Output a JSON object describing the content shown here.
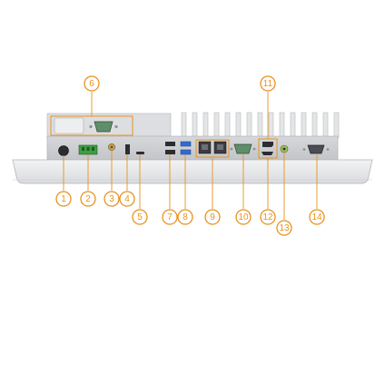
{
  "callouts": [
    "1",
    "2",
    "3",
    "4",
    "5",
    "6",
    "7",
    "8",
    "9",
    "10",
    "11",
    "12",
    "13",
    "14"
  ],
  "colors": {
    "callout": "#e8921e",
    "panel_gray": "#cfd1d4",
    "front_bezel": "#e6e7e9",
    "port_dark": "#2b2d31",
    "port_blue": "#2f6bd3",
    "terminal_green": "#3f9e43",
    "com_port_green": "#5e8f6a"
  },
  "components": {
    "1": "power-button",
    "2": "dc-in-terminal-block",
    "3": "antenna-connector",
    "4": "micro-sd-slot",
    "5": "small-port",
    "6": "optional-expansion-bracket",
    "7": "usb-2-ports",
    "8": "usb-3-ports",
    "9": "lan-ports",
    "10": "com-port",
    "11": "displayport",
    "12": "hdmi-port",
    "13": "audio-jack",
    "14": "vga-port"
  }
}
